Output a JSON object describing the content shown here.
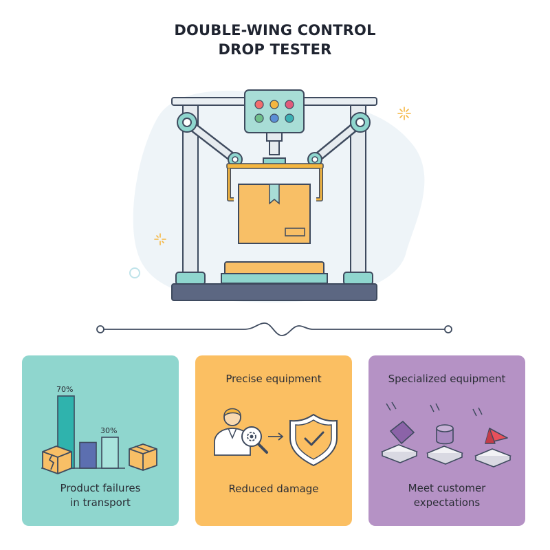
{
  "title": {
    "line1": "DOUBLE-WING CONTROL",
    "line2": "DROP TESTER"
  },
  "colors": {
    "teal": "#8fd6ce",
    "orange": "#fbbf62",
    "purple": "#b592c5",
    "outline": "#3e4a5e",
    "box": "#f8bf66",
    "dark_base": "#5c6782",
    "panel": "#a8ddd6"
  },
  "panel_buttons": [
    {
      "color": "#f26d6d"
    },
    {
      "color": "#f5b640"
    },
    {
      "color": "#e05a7a"
    },
    {
      "color": "#6fbf8a"
    },
    {
      "color": "#5b8fd6"
    },
    {
      "color": "#3bb0b3"
    }
  ],
  "cards": [
    {
      "id": "failures",
      "label_line1": "Product failures",
      "label_line2": "in transport",
      "chart_data": {
        "type": "bar",
        "categories": [
          "",
          "",
          ""
        ],
        "values": [
          70,
          25,
          30
        ],
        "data_labels": [
          "70%",
          "",
          "30%"
        ],
        "colors": [
          "#2fb3ad",
          "#5c6fb0",
          "#a9e4dd"
        ],
        "ylim": [
          0,
          80
        ]
      }
    },
    {
      "id": "precise",
      "top_label": "Precise equipment",
      "bottom_label": "Reduced damage",
      "icons": [
        "inspector-icon",
        "magnifier-gear-icon",
        "arrow-right-icon",
        "shield-check-icon"
      ]
    },
    {
      "id": "specialized",
      "top_label": "Specialized equipment",
      "label_line1": "Meet customer",
      "label_line2": "expectations",
      "icons": [
        "cube-drop-icon",
        "cylinder-drop-icon",
        "pyramid-drop-icon"
      ]
    }
  ]
}
